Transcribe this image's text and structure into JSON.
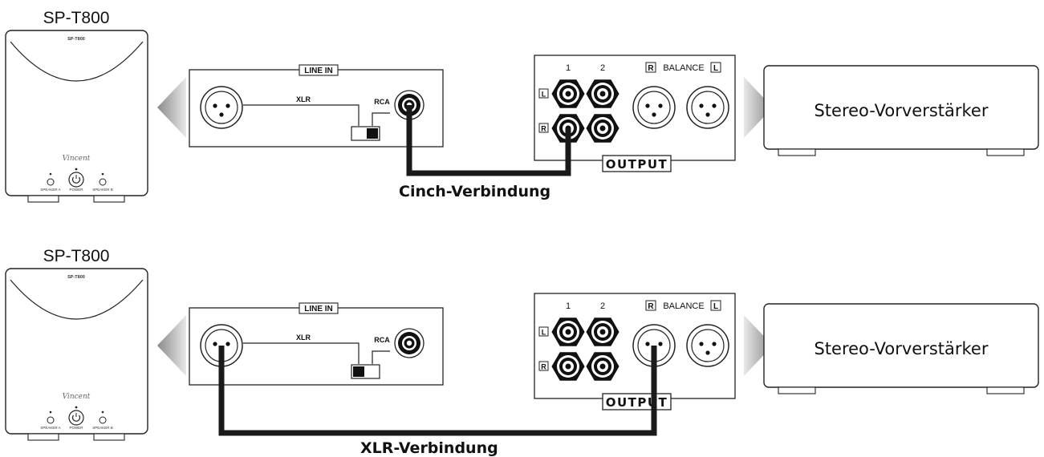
{
  "amp": {
    "model_label": "SP-T800",
    "panel_label": "SP-T800",
    "brand": "Vincent",
    "power_caption": "POWER",
    "speaker_a_caption": "SPEAKER A",
    "speaker_b_caption": "SPEAKER B"
  },
  "line_in_panel": {
    "title": "LINE IN",
    "xlr_label": "XLR",
    "rca_label": "RCA"
  },
  "output_panel": {
    "col_1": "1",
    "col_2": "2",
    "row_l": "L",
    "row_r": "R",
    "balance_label": "BALANCE",
    "bal_r": "R",
    "bal_l": "L",
    "output_label": "OUTPUT"
  },
  "preamp": {
    "label": "Stereo-Vorverstärker"
  },
  "diagrams": [
    {
      "caption": "Cinch-Verbindung",
      "switch_position": "right"
    },
    {
      "caption": "XLR-Verbindung",
      "switch_position": "left"
    }
  ],
  "colors": {
    "cable": "#1a1a1a",
    "arrow_light": "#e8e8e8",
    "arrow_dark": "#8a8a8a"
  }
}
